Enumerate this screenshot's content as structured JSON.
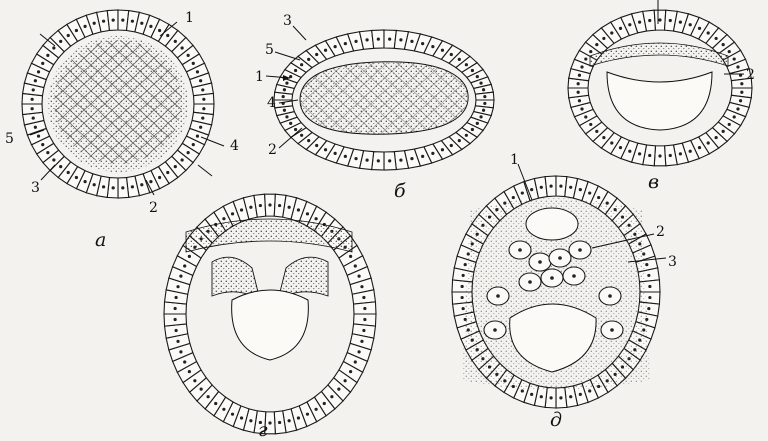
{
  "panels": [
    {
      "id": "a",
      "label": "а",
      "callouts": [
        "1",
        "2",
        "3",
        "4",
        "5"
      ]
    },
    {
      "id": "b",
      "label": "б",
      "callouts": [
        "1",
        "2",
        "3",
        "4",
        "5"
      ]
    },
    {
      "id": "v",
      "label": "в",
      "callouts": [
        "2"
      ]
    },
    {
      "id": "g",
      "label": "г",
      "callouts": []
    },
    {
      "id": "d",
      "label": "д",
      "callouts": [
        "1",
        "2",
        "3"
      ]
    }
  ]
}
